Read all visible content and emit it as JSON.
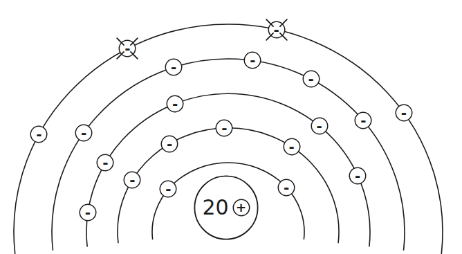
{
  "diagram": {
    "nodes": [
      {
        "text": [
          "20"
        ]
      },
      {
        "text": [
          "+"
        ],
        "in": 0
      },
      {
        "text": [
          "-"
        ]
      },
      {
        "text": [
          "-"
        ]
      },
      {
        "text": [
          "-"
        ]
      },
      {
        "text": [
          "-"
        ]
      },
      {
        "text": [
          "-"
        ]
      },
      {
        "text": [
          "-"
        ]
      },
      {
        "text": [
          "-"
        ]
      },
      {
        "text": [
          "-"
        ]
      },
      {
        "text": [
          "-"
        ]
      },
      {
        "text": [
          "-"
        ]
      },
      {
        "text": [
          "-"
        ]
      },
      {
        "text": [
          "-"
        ]
      },
      {
        "text": [
          "-"
        ]
      },
      {
        "text": [
          "-"
        ]
      },
      {
        "text": [
          "-"
        ]
      },
      {
        "text": [
          "-"
        ]
      },
      {
        "text": [
          "-"
        ]
      },
      {
        "text": [
          "-"
        ]
      },
      {
        "text": [
          "-"
        ]
      },
      {
        "text": [
          "-"
        ]
      }
    ]
  }
}
